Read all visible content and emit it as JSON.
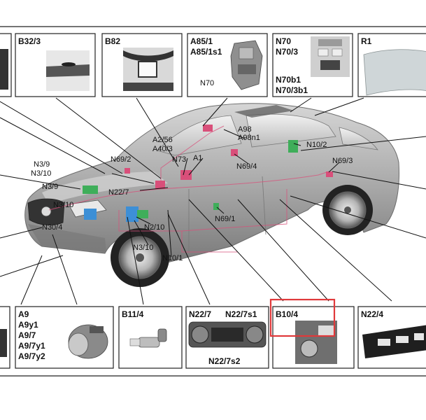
{
  "component_boxes_top": [
    {
      "id": "box-b32-3",
      "lines": [
        "B32/3"
      ]
    },
    {
      "id": "box-b82",
      "lines": [
        "B82"
      ]
    },
    {
      "id": "box-a85",
      "lines": [
        "A85/1",
        "A85/1s1"
      ],
      "callout": "N70"
    },
    {
      "id": "box-n70",
      "lines": [
        "N70",
        "N70/3"
      ],
      "sub": [
        "N70b1",
        "N70/3b1"
      ]
    },
    {
      "id": "box-r1",
      "lines": [
        "R1"
      ]
    }
  ],
  "component_boxes_bottom": [
    {
      "id": "box-a9",
      "lines": [
        "A9",
        "A9y1",
        "A9/7",
        "A9/7y1",
        "A9/7y2"
      ]
    },
    {
      "id": "box-b11-4",
      "lines": [
        "B11/4"
      ]
    },
    {
      "id": "box-n22-7",
      "lines": [
        "N22/7",
        "N22/7s1"
      ],
      "sub": [
        "N22/7s2"
      ]
    },
    {
      "id": "box-b10-4",
      "lines": [
        "B10/4"
      ]
    },
    {
      "id": "box-n22-4",
      "lines": [
        "N22/4"
      ]
    }
  ],
  "callouts": {
    "a2_56": "A2/56",
    "a40_3": "A40/3",
    "n73": "N73",
    "a1": "A1",
    "a98": "A98",
    "a98n1": "A98n1",
    "n10_2": "N10/2",
    "n69_2": "N69/2",
    "n69_4": "N69/4",
    "n69_3": "N69/3",
    "n69_1": "N69/1",
    "n3_9a": "N3/9",
    "n3_10a": "N3/10",
    "n3_9b": "N3/9",
    "n22_7": "N22/7",
    "n3_10b": "N3/10",
    "n30_4": "N30/4",
    "n2_10": "N2/10",
    "n3_10c": "N3/10",
    "n10_1": "N10/1"
  },
  "colors": {
    "highlight": "#e0393b",
    "frame": "#222222",
    "car_body": "#a9a9a9",
    "module_green": "#3fae5a",
    "module_blue": "#3d8fd6",
    "module_pink": "#d94f7a"
  }
}
